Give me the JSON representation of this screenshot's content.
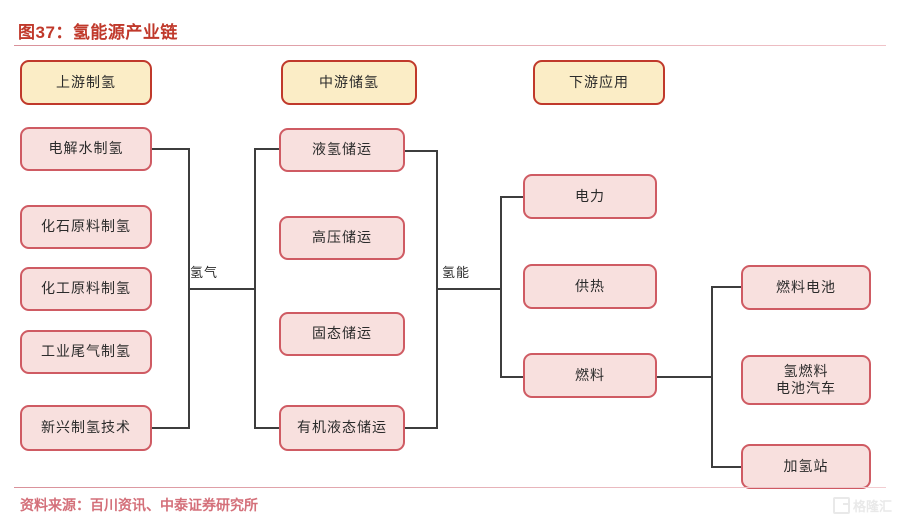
{
  "title": "图37：氢能源产业链",
  "source": "资料来源：百川资讯、中泰证券研究所",
  "watermark": "格隆汇",
  "colors": {
    "title_red": "#c0392b",
    "header_fill": "#fbedc6",
    "header_border": "#c0392b",
    "item_fill": "#f8e0de",
    "item_border": "#cf5b63",
    "line": "#3d3d3d",
    "rule": "#d9919a"
  },
  "headers": [
    {
      "label": "上游制氢"
    },
    {
      "label": "中游储氢"
    },
    {
      "label": "下游应用"
    }
  ],
  "upstream": [
    {
      "label": "电解水制氢"
    },
    {
      "label": "化石原料制氢"
    },
    {
      "label": "化工原料制氢"
    },
    {
      "label": "工业尾气制氢"
    },
    {
      "label": "新兴制氢技术"
    }
  ],
  "midstream": [
    {
      "label": "液氢储运"
    },
    {
      "label": "高压储运"
    },
    {
      "label": "固态储运"
    },
    {
      "label": "有机液态储运"
    }
  ],
  "downstream": [
    {
      "label": "电力"
    },
    {
      "label": "供热"
    },
    {
      "label": "燃料"
    }
  ],
  "fuel_applications": [
    {
      "label": "燃料电池"
    },
    {
      "label": "氢燃料\n电池汽车"
    },
    {
      "label": "加氢站"
    }
  ],
  "edge_labels": {
    "hydrogen_gas": "氢气",
    "hydrogen_energy": "氢能"
  }
}
